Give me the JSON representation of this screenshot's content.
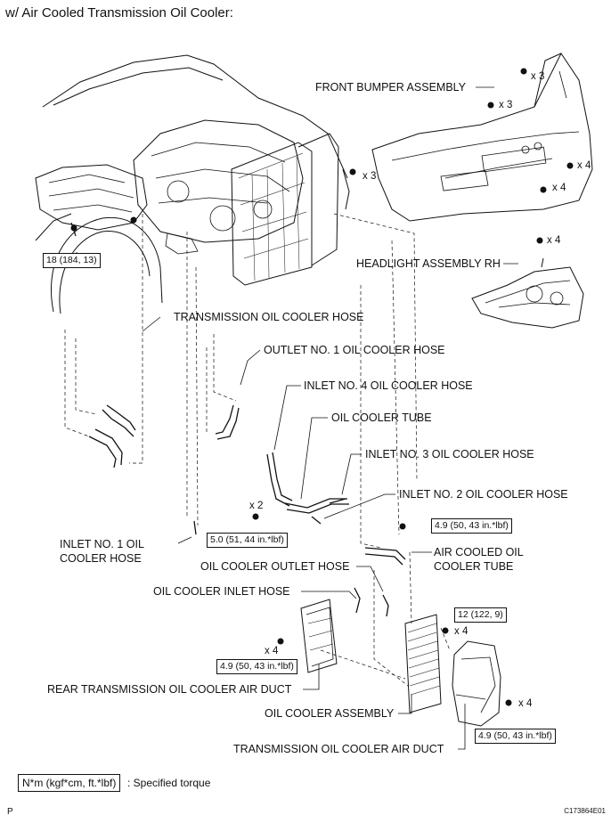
{
  "title": "w/ Air Cooled Transmission Oil Cooler:",
  "labels": {
    "front_bumper": "FRONT BUMPER ASSEMBLY",
    "headlight": "HEADLIGHT ASSEMBLY RH",
    "trans_hose": "TRANSMISSION OIL COOLER HOSE",
    "outlet1": "OUTLET NO. 1 OIL COOLER HOSE",
    "inlet4": "INLET NO. 4 OIL COOLER HOSE",
    "tube": "OIL COOLER TUBE",
    "inlet3": "INLET NO. 3 OIL COOLER HOSE",
    "inlet2": "INLET NO. 2 OIL COOLER HOSE",
    "inlet1_line1": "INLET NO. 1 OIL",
    "inlet1_line2": "COOLER HOSE",
    "air_tube_line1": "AIR COOLED OIL",
    "air_tube_line2": "COOLER TUBE",
    "outlet_hose": "OIL COOLER OUTLET HOSE",
    "inlet_hose": "OIL COOLER INLET HOSE",
    "rear_duct": "REAR TRANSMISSION OIL COOLER AIR DUCT",
    "cooler_assy": "OIL COOLER ASSEMBLY",
    "trans_duct": "TRANSMISSION OIL COOLER AIR DUCT"
  },
  "torques": {
    "t18": "18 (184, 13)",
    "t50": "5.0 (51, 44 in.*lbf)",
    "t49a": "4.9 (50, 43 in.*lbf)",
    "t12": "12 (122, 9)",
    "t49b": "4.9 (50, 43 in.*lbf)",
    "t49c": "4.9 (50, 43 in.*lbf)"
  },
  "quantities": {
    "q_bumper_top": "x 3",
    "q_bumper_mid": "x 3",
    "q_bumper_left": "x 3",
    "q_bumper_right_a": "x 4",
    "q_bumper_right_b": "x 4",
    "q_headlight": "x 4",
    "q_tube": "x 2",
    "q_cooler": "x 4",
    "q_rear_duct": "x 4",
    "q_trans_duct": "x 4"
  },
  "legend": {
    "unit": "N*m (kgf*cm, ft.*lbf)",
    "text": ": Specified torque"
  },
  "footer": {
    "page_letter": "P",
    "code": "C173864E01"
  }
}
